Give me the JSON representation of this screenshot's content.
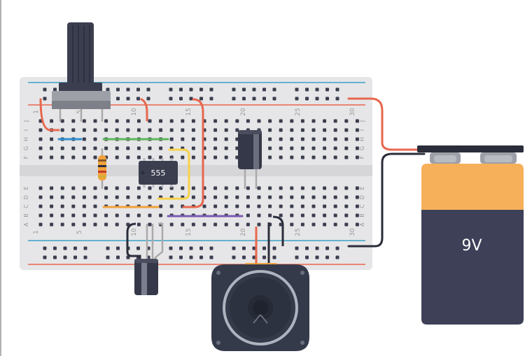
{
  "breadboard": {
    "column_numbers": [
      "1",
      "5",
      "10",
      "15",
      "20",
      "25",
      "30"
    ],
    "row_letters_top": [
      "J",
      "I",
      "H",
      "G",
      "F"
    ],
    "row_letters_bottom": [
      "E",
      "D",
      "C",
      "B",
      "A"
    ]
  },
  "components": {
    "ic_label": "555",
    "battery_label": "9V"
  },
  "colors": {
    "board": "#e6e6e8",
    "rail_red": "#e8674d",
    "rail_blue": "#3aa0c8",
    "wire_red": "#e8674d",
    "wire_black": "#2b2d3a",
    "wire_blue": "#2f8fd0",
    "wire_green": "#5cb85c",
    "wire_yellow": "#f7d24b",
    "wire_orange": "#f2a23c",
    "wire_purple": "#7a5bb0",
    "battery_top": "#f7b05a",
    "battery_body": "#3d4057",
    "speaker": "#353a4b"
  },
  "icons": {
    "potentiometer": "potentiometer-icon",
    "resistor": "resistor-icon",
    "capacitor": "capacitor-icon",
    "speaker": "speaker-icon",
    "battery": "battery-icon"
  }
}
